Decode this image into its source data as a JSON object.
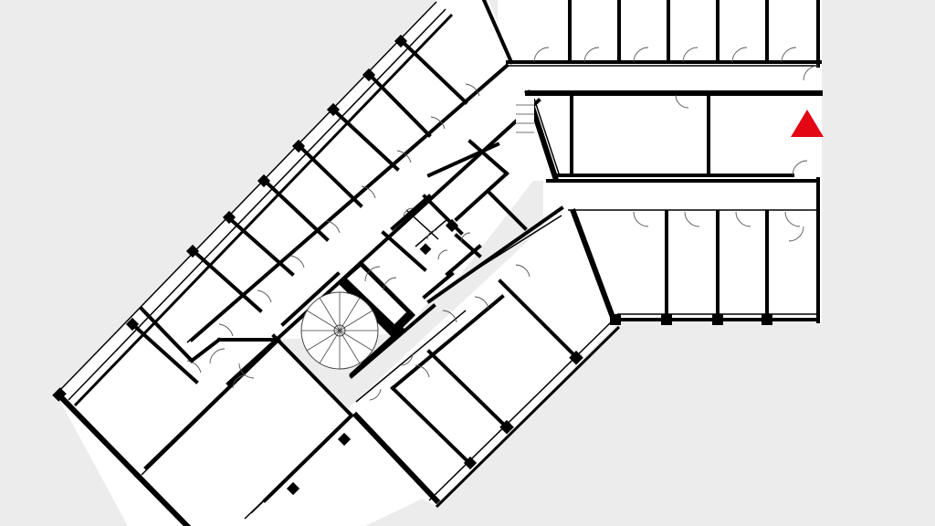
{
  "plan": {
    "background": "#ececec",
    "floor_color": "#ffffff",
    "wall_color": "#000000",
    "marker": {
      "type": "north-arrow",
      "color": "#e30613"
    },
    "spaces": [
      {
        "kind": "east-wing-north-offices",
        "count": 6
      },
      {
        "kind": "east-wing-south-offices",
        "count": 5
      },
      {
        "kind": "diagonal-wing-offices",
        "count": 8
      },
      {
        "kind": "south-wing-offices",
        "count": 4
      },
      {
        "kind": "large-rooms",
        "count": 2
      },
      {
        "kind": "spiral-staircase",
        "count": 1
      },
      {
        "kind": "toilet-core",
        "count": 1
      }
    ]
  }
}
